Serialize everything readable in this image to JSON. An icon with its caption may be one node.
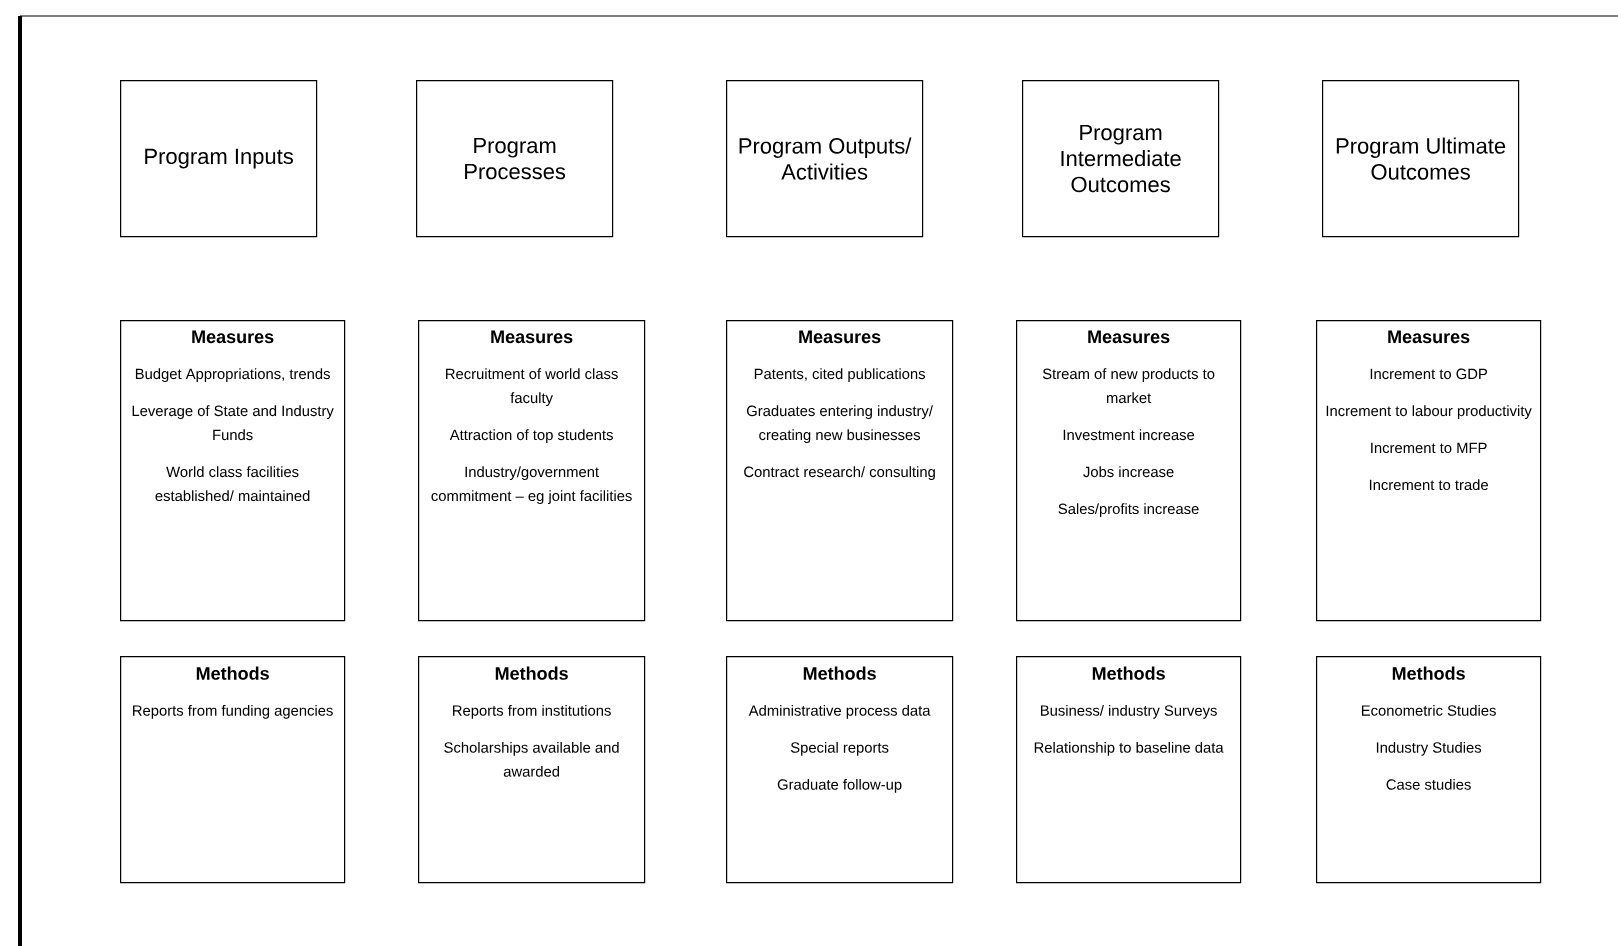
{
  "diagram": {
    "nodes": [
      {
        "text": [
          "Program Inputs"
        ]
      },
      {
        "text": [
          "Program Processes"
        ]
      },
      {
        "text": [
          "Program Outputs/ Activities"
        ]
      },
      {
        "text": [
          "Program Intermediate Outcomes"
        ]
      },
      {
        "text": [
          "Program Ultimate Outcomes"
        ]
      },
      {
        "text": [
          "Measures",
          "Budget Appropriations, trends",
          "Leverage of State and Industry Funds",
          "World class facilities established/ maintained"
        ]
      },
      {
        "text": [
          "Measures",
          "Recruitment of world class faculty",
          "Attraction of top students",
          "Industry/government commitment – eg joint facilities"
        ]
      },
      {
        "text": [
          "Measures",
          "Patents, cited publications",
          "Graduates entering industry/ creating new businesses",
          "Contract research/ consulting"
        ]
      },
      {
        "text": [
          "Measures",
          "Stream of new products to market",
          "Investment increase",
          "Jobs increase",
          "Sales/profits increase"
        ]
      },
      {
        "text": [
          "Measures",
          "Increment to GDP",
          "Increment to labour productivity",
          "Increment to MFP",
          "Increment to trade"
        ]
      },
      {
        "text": [
          "Methods",
          "Reports from funding agencies"
        ]
      },
      {
        "text": [
          "Methods",
          "Reports from institutions",
          "Scholarships available and awarded"
        ]
      },
      {
        "text": [
          "Methods",
          "Administrative process data",
          "Special reports",
          "Graduate follow-up"
        ]
      },
      {
        "text": [
          "Methods",
          "Business/ industry Surveys",
          "Relationship to baseline data"
        ]
      },
      {
        "text": [
          "Methods",
          "Econometric Studies",
          "Industry Studies",
          "Case studies"
        ]
      }
    ]
  }
}
